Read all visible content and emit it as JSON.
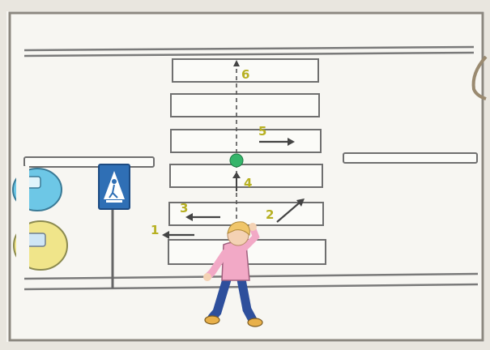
{
  "diagram": {
    "path_labels": {
      "one": "1",
      "two": "2",
      "three": "3",
      "four": "4",
      "five": "5",
      "six": "6"
    },
    "colors": {
      "paper": "#f7f6f2",
      "frame": "#8c8880",
      "road_line": "#7a7a7a",
      "stripe_fill": "#fbfbf8",
      "stripe_stroke": "#6f6f6f",
      "label_color": "#b7b021",
      "green_dot": "#35b56a",
      "sign_blue": "#2f6fb5",
      "car_blue": "#6dc7e6",
      "car_yellow": "#f0e58a",
      "shirt": "#f2a9c6",
      "pants": "#2e4f9c",
      "hair": "#f0c66a"
    },
    "icons": [
      "pedestrian-crossing-sign-icon",
      "pedestrian-icon",
      "car-icon"
    ]
  }
}
